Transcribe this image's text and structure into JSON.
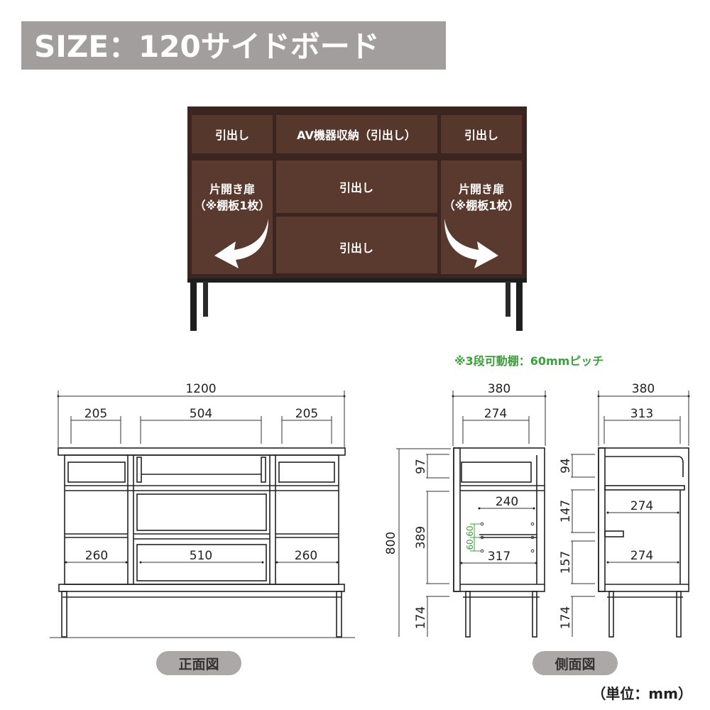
{
  "title": "SIZE：120サイドボード",
  "colors": {
    "banner": "#a29e9d",
    "wood": "#4b3027",
    "note": "#3aa03a",
    "pill": "#aba8a7"
  },
  "photo": {
    "labels": {
      "top_left": "引出し",
      "top_center": "AV機器収納（引出し）",
      "top_right": "引出し",
      "mid_center": "引出し",
      "bottom_center": "引出し",
      "left_door_1": "片開き扉",
      "left_door_2": "（※棚板1枚）",
      "right_door_1": "片開き扉",
      "right_door_2": "（※棚板1枚）"
    }
  },
  "note": "※3段可動棚：60mmピッチ",
  "front": {
    "total_width": "1200",
    "top_left": "205",
    "top_center": "504",
    "top_right": "205",
    "inner_left": "260",
    "inner_center": "510",
    "inner_right": "260",
    "caption": "正面図"
  },
  "side": {
    "depth_a": "380",
    "inner_a": "274",
    "depth_b": "380",
    "inner_b": "313",
    "height_total": "800",
    "a_drawer": "97",
    "a_cabinet": "389",
    "a_leg": "174",
    "a_shelf_width": "240",
    "a_bottom_width": "317",
    "pitch_1": "60",
    "pitch_2": "60",
    "b_drawer": "94",
    "b_upper": "147",
    "b_lower": "157",
    "b_leg": "174",
    "b_inner_1": "274",
    "b_inner_2": "274",
    "caption": "側面図"
  },
  "unit": "（単位：mm）"
}
